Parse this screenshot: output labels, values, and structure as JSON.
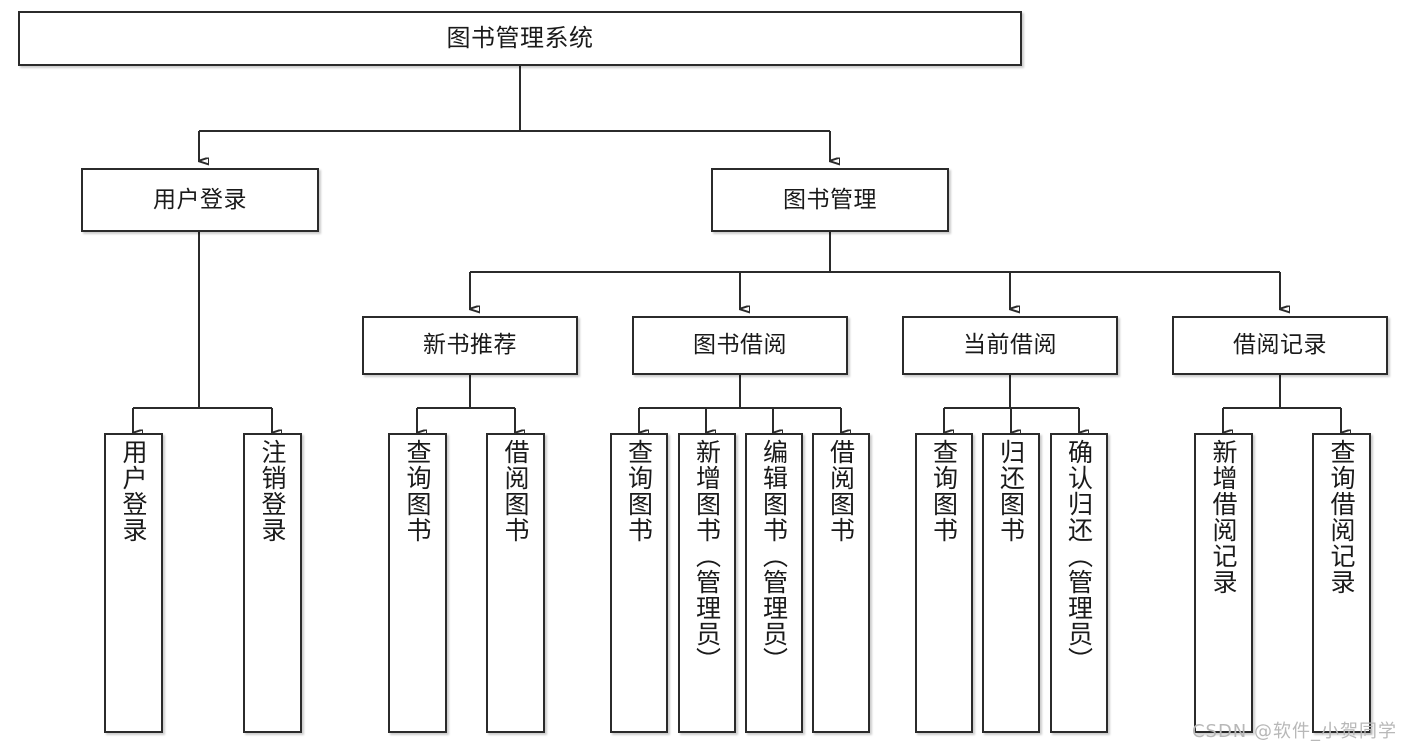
{
  "diagram": {
    "type": "tree-hierarchy",
    "title": "图书管理系统",
    "watermark": "CSDN @软件_小贺同学",
    "root": {
      "label": "图书管理系统"
    },
    "level2": [
      {
        "label": "用户登录"
      },
      {
        "label": "图书管理"
      }
    ],
    "level3": [
      {
        "label": "新书推荐"
      },
      {
        "label": "图书借阅"
      },
      {
        "label": "当前借阅"
      },
      {
        "label": "借阅记录"
      }
    ],
    "leaves": {
      "user_login": [
        {
          "label": "用户登录"
        },
        {
          "label": "注销登录"
        }
      ],
      "new_book_recommend": [
        {
          "label": "查询图书"
        },
        {
          "label": "借阅图书"
        }
      ],
      "book_borrow": [
        {
          "label": "查询图书"
        },
        {
          "label": "新增图书（管理员）"
        },
        {
          "label": "编辑图书（管理员）"
        },
        {
          "label": "借阅图书"
        }
      ],
      "current_borrow": [
        {
          "label": "查询图书"
        },
        {
          "label": "归还图书"
        },
        {
          "label": "确认归还（管理员）"
        }
      ],
      "borrow_record": [
        {
          "label": "新增借阅记录"
        },
        {
          "label": "查询借阅记录"
        }
      ]
    },
    "colors": {
      "stroke": "#2b2b2b",
      "fill": "#ffffff",
      "text": "#1a1a1a",
      "watermark": "#b8b8b8"
    }
  }
}
